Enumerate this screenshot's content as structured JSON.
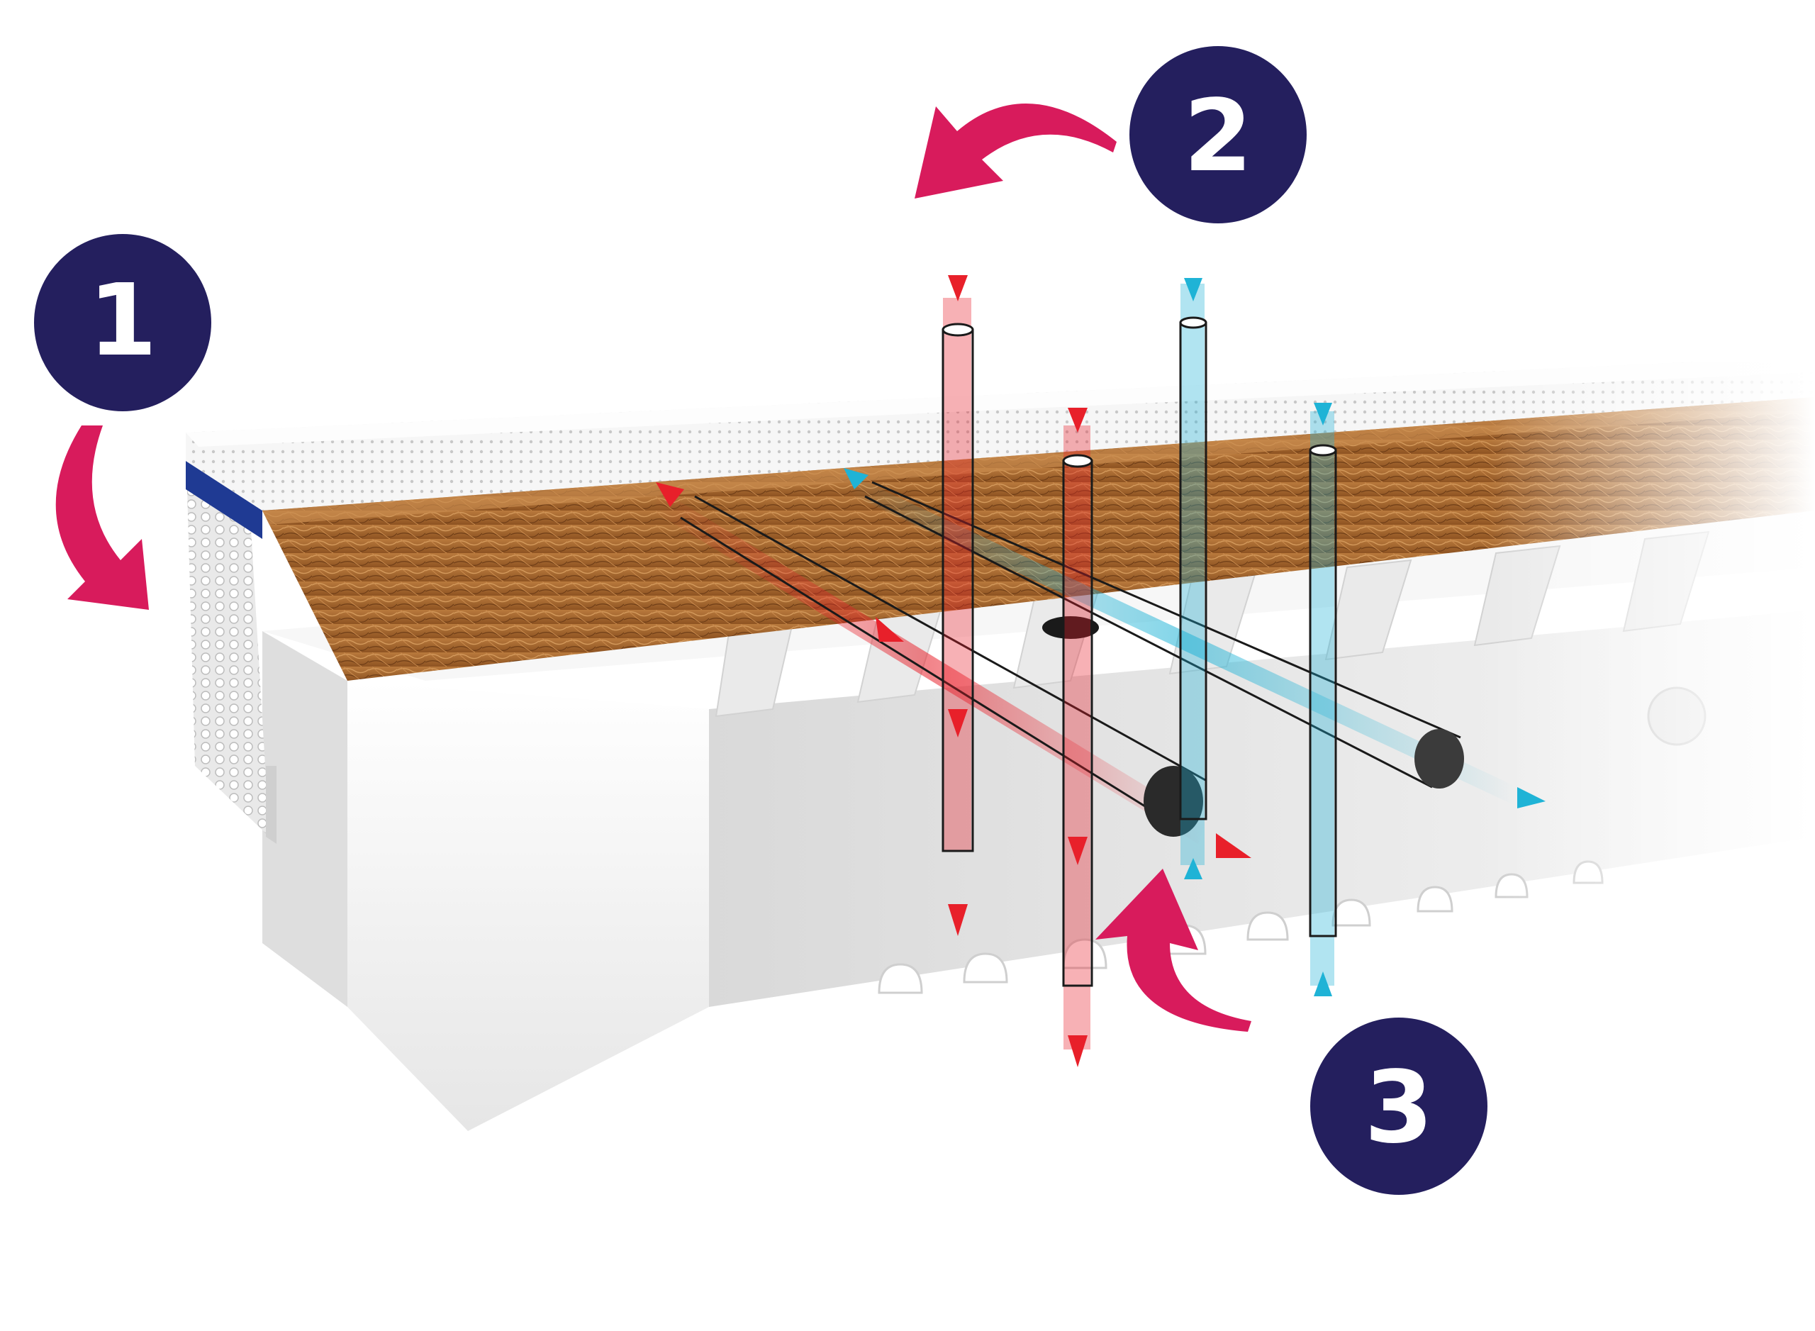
{
  "badges": [
    {
      "number": "1"
    },
    {
      "number": "2"
    },
    {
      "number": "3"
    }
  ],
  "colors": {
    "badge": "#241f5e",
    "curved_arrow": "#d81b5c",
    "warm_airflow": "#e8202a",
    "cool_airflow": "#1fb3d6",
    "coconut_layer": "#a8672e",
    "foam": "#f3f3f3",
    "cover_band": "#1f3a93"
  }
}
